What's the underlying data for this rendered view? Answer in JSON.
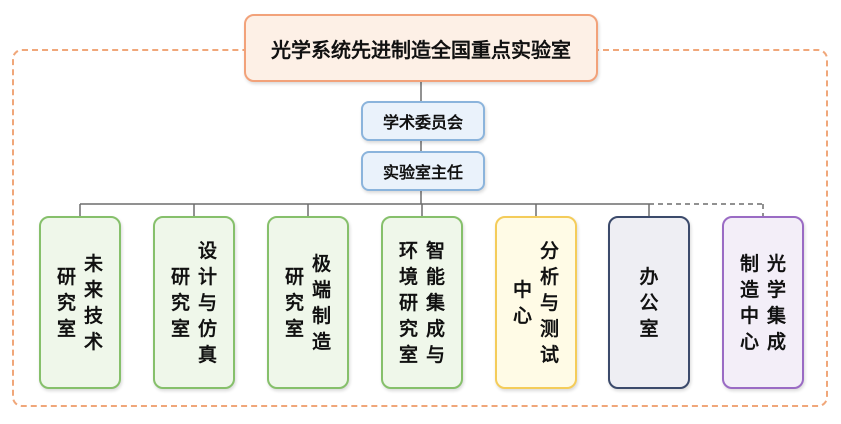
{
  "title": "光学系统先进制造全国重点实验室",
  "committee": "学术委员会",
  "director": "实验室主任",
  "units": [
    {
      "columns": [
        "未来技术",
        "研究室"
      ],
      "color": "green"
    },
    {
      "columns": [
        "设计与仿真",
        "研究室"
      ],
      "color": "green"
    },
    {
      "columns": [
        "极端制造",
        "研究室"
      ],
      "color": "green"
    },
    {
      "columns": [
        "智能集成与",
        "环境研究室"
      ],
      "color": "green"
    },
    {
      "columns": [
        "分析与测试",
        "中心"
      ],
      "color": "yellow"
    },
    {
      "columns": [
        "办公室"
      ],
      "color": "gray"
    },
    {
      "columns": [
        "光学集成",
        "制造中心"
      ],
      "color": "purple"
    }
  ]
}
